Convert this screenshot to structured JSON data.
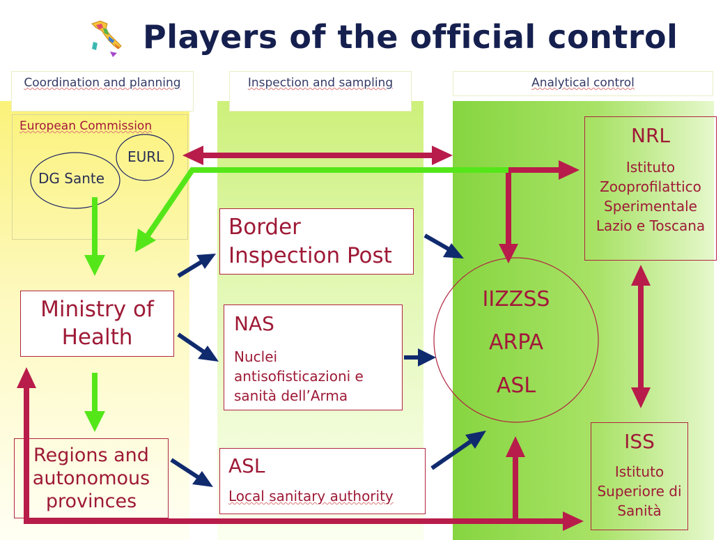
{
  "title": "Players of the official control",
  "columns": {
    "coordination": "Coordination and planning",
    "inspection": "Inspection and sampling",
    "analytical": "Analytical control"
  },
  "nodes": {
    "european_commission": "European Commission",
    "eurl": "EURL",
    "dg_sante": "DG Sante",
    "ministry": "Ministry of Health",
    "regions": "Regions and autonomous provinces",
    "bip": "Border Inspection Post",
    "nas_title": "NAS",
    "nas_desc": "Nuclei antisofisticazioni e sanità dell’Arma",
    "asl_title": "ASL",
    "asl_desc": "Local sanitary authority",
    "lab_1": "IIZZSS",
    "lab_2": "ARPA",
    "lab_3": "ASL",
    "nrl_title": "NRL",
    "nrl_desc": "Istituto Zooprofilattico Sperimentale Lazio e Toscana",
    "iss_title": "ISS",
    "iss_desc": "Istituto Superiore di Sanità"
  },
  "colors": {
    "red_arrow": "#b81c4a",
    "green_arrow": "#55e61a",
    "navy_arrow": "#102a6e"
  },
  "icons": {
    "logo": "italy-map-icon"
  }
}
